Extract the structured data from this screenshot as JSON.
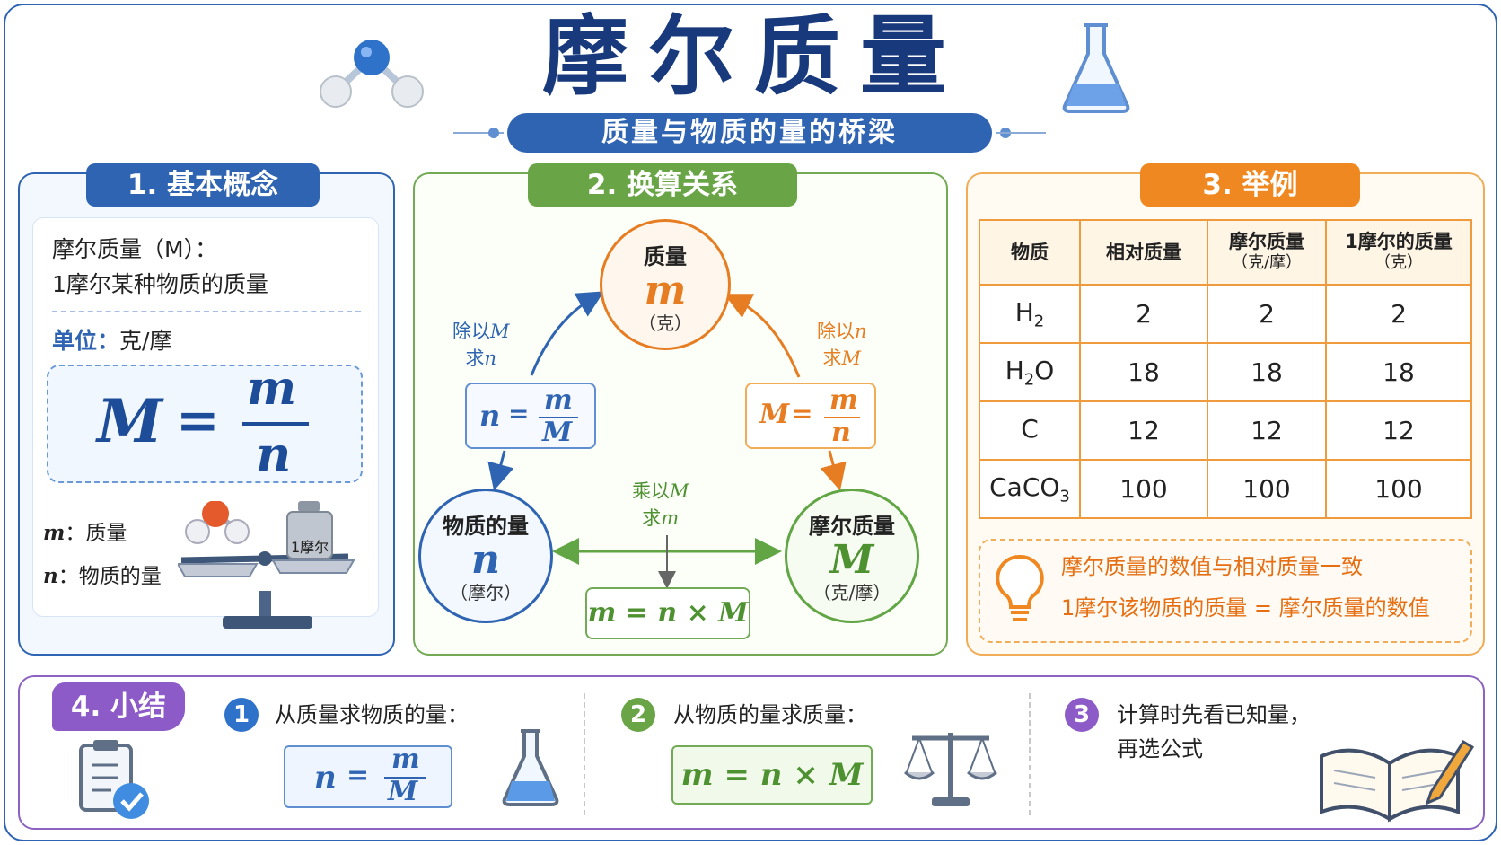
{
  "header": {
    "title": "摩尔质量",
    "subtitle": "质量与物质的量的桥梁"
  },
  "section1": {
    "tag": "1. 基本概念",
    "definition_line1": "摩尔质量（M）：",
    "definition_line2": "1摩尔某种物质的质量",
    "unit_label": "单位：",
    "unit_value": "克/摩",
    "formula_left": "M",
    "formula_eq": "=",
    "formula_num": "m",
    "formula_den": "n",
    "legend_m_var": "m",
    "legend_m_text": "：质量",
    "legend_n_var": "n",
    "legend_n_text": "：物质的量",
    "weight_label": "1摩尔"
  },
  "section2": {
    "tag": "2. 换算关系",
    "top": {
      "label": "质量",
      "var": "m",
      "unit": "（克）"
    },
    "left": {
      "label": "物质的量",
      "var": "n",
      "unit": "（摩尔）"
    },
    "right": {
      "label": "摩尔质量",
      "var": "M",
      "unit": "（克/摩）"
    },
    "left_arrow_l1": "除以",
    "left_arrow_var1": "M",
    "left_arrow_l2": "求",
    "left_arrow_var2": "n",
    "right_arrow_l1": "除以",
    "right_arrow_var1": "n",
    "right_arrow_l2": "求",
    "right_arrow_var2": "M",
    "bottom_arrow_l1": "乘以",
    "bottom_arrow_var1": "M",
    "bottom_arrow_l2": "求",
    "bottom_arrow_var2": "m",
    "left_formula": {
      "lhs": "n",
      "eq": "=",
      "num": "m",
      "den": "M"
    },
    "right_formula": {
      "lhs": "M",
      "eq": "=",
      "num": "m",
      "den": "n"
    },
    "bottom_formula": "m = n × M"
  },
  "section3": {
    "tag": "3. 举例",
    "headers": [
      "物质",
      "相对质量",
      "摩尔质量",
      "1摩尔的质量"
    ],
    "header_units": [
      "",
      "",
      "（克/摩）",
      "（克）"
    ],
    "rows": [
      {
        "sym": "H",
        "sub": "2",
        "after": "",
        "v": [
          "2",
          "2",
          "2"
        ]
      },
      {
        "sym": "H",
        "sub": "2",
        "after": "O",
        "v": [
          "18",
          "18",
          "18"
        ]
      },
      {
        "sym": "C",
        "sub": "",
        "after": "",
        "v": [
          "12",
          "12",
          "12"
        ]
      },
      {
        "sym": "CaCO",
        "sub": "3",
        "after": "",
        "v": [
          "100",
          "100",
          "100"
        ]
      }
    ],
    "tip_line1": "摩尔质量的数值与相对质量一致",
    "tip_line2": "1摩尔该物质的质量 = 摩尔质量的数值"
  },
  "section4": {
    "tag": "4. 小结",
    "item1": {
      "num": "1",
      "text": "从质量求物质的量：",
      "lhs": "n",
      "eq": "=",
      "num_var": "m",
      "den_var": "M"
    },
    "item2": {
      "num": "2",
      "text": "从物质的量求质量：",
      "formula": "m = n × M"
    },
    "item3": {
      "num": "3",
      "text_line1": "计算时先看已知量，",
      "text_line2": "再选公式"
    }
  },
  "colors": {
    "blue": "#2f64b2",
    "green": "#69a546",
    "orange": "#ef8820",
    "purple": "#8c5bc7",
    "navy": "#183a7c"
  }
}
